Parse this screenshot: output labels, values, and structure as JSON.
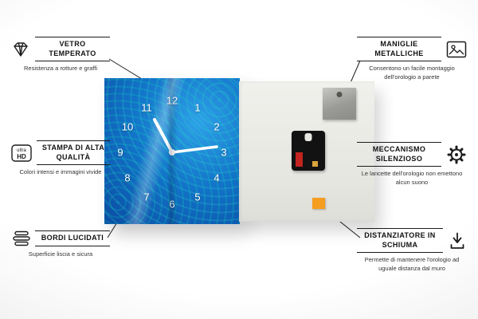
{
  "colors": {
    "clock_blue": "#1273c8",
    "foam_orange": "#f59d20",
    "line_color": "#1c1c1c",
    "back_panel_gray": "#e8e8e3"
  },
  "clock": {
    "numbers": [
      "1",
      "2",
      "3",
      "4",
      "5",
      "6",
      "7",
      "8",
      "9",
      "10",
      "11",
      "12"
    ]
  },
  "callouts": {
    "vetro": {
      "title": "VETRO TEMPERATO",
      "subtitle": "Resistenza a rotture e graffi"
    },
    "stampa": {
      "title": "STAMPA DI ALTA QUALITÀ",
      "subtitle": "Colori intensi e immagini vivide"
    },
    "bordi": {
      "title": "BORDI LUCIDATI",
      "subtitle": "Superficie liscia e sicura"
    },
    "maniglie": {
      "title": "MANIGLIE METALLICHE",
      "subtitle": "Consentono un facile montaggio dell'orologio a parete"
    },
    "meccanismo": {
      "title": "MECCANISMO SILENZIOSO",
      "subtitle": "Le lancette dell'orologio non emettono alcun suono"
    },
    "distanziatore": {
      "title": "DISTANZIATORE IN SCHIUMA",
      "subtitle": "Permette di mantenere l'orologio ad uguale distanza dal muro"
    }
  },
  "icons": {
    "ultra_hd": {
      "top": "ultra",
      "bottom": "HD"
    }
  }
}
